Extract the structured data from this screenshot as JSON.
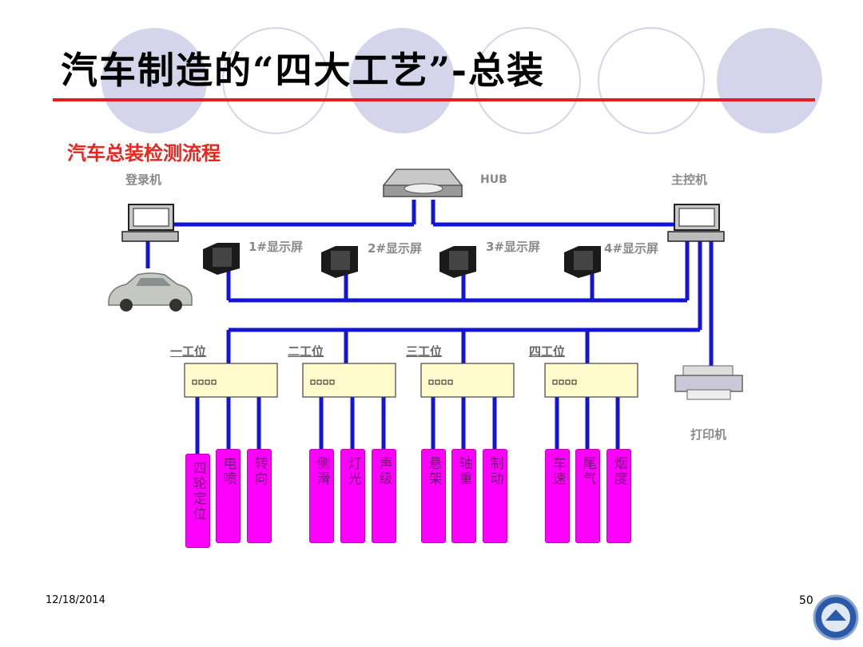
{
  "title": "汽车制造的“四大工艺”-总装",
  "subtitle": "汽车总装检测流程",
  "nodes": {
    "login": "登录机",
    "hub": "HUB",
    "master": "主控机",
    "printer": "打印机"
  },
  "displays": [
    "1#显示屏",
    "2#显示屏",
    "3#显示屏",
    "4#显示屏"
  ],
  "stations": [
    "一工位",
    "二工位",
    "三工位",
    "四工位"
  ],
  "checks": [
    [
      "四轮定位",
      "电喷",
      "转向"
    ],
    [
      "侧滑",
      "灯光",
      "声级"
    ],
    [
      "悬架",
      "轴重",
      "制动"
    ],
    [
      "车速",
      "尾气",
      "烟度"
    ]
  ],
  "footer": {
    "date": "12/18/2014",
    "page": "50"
  },
  "colors": {
    "title_rule": "#e02020",
    "link": "#1414d8",
    "check_box": "#ff00ff",
    "subtitle": "#e8261e",
    "circle": "#d4d4ea"
  }
}
